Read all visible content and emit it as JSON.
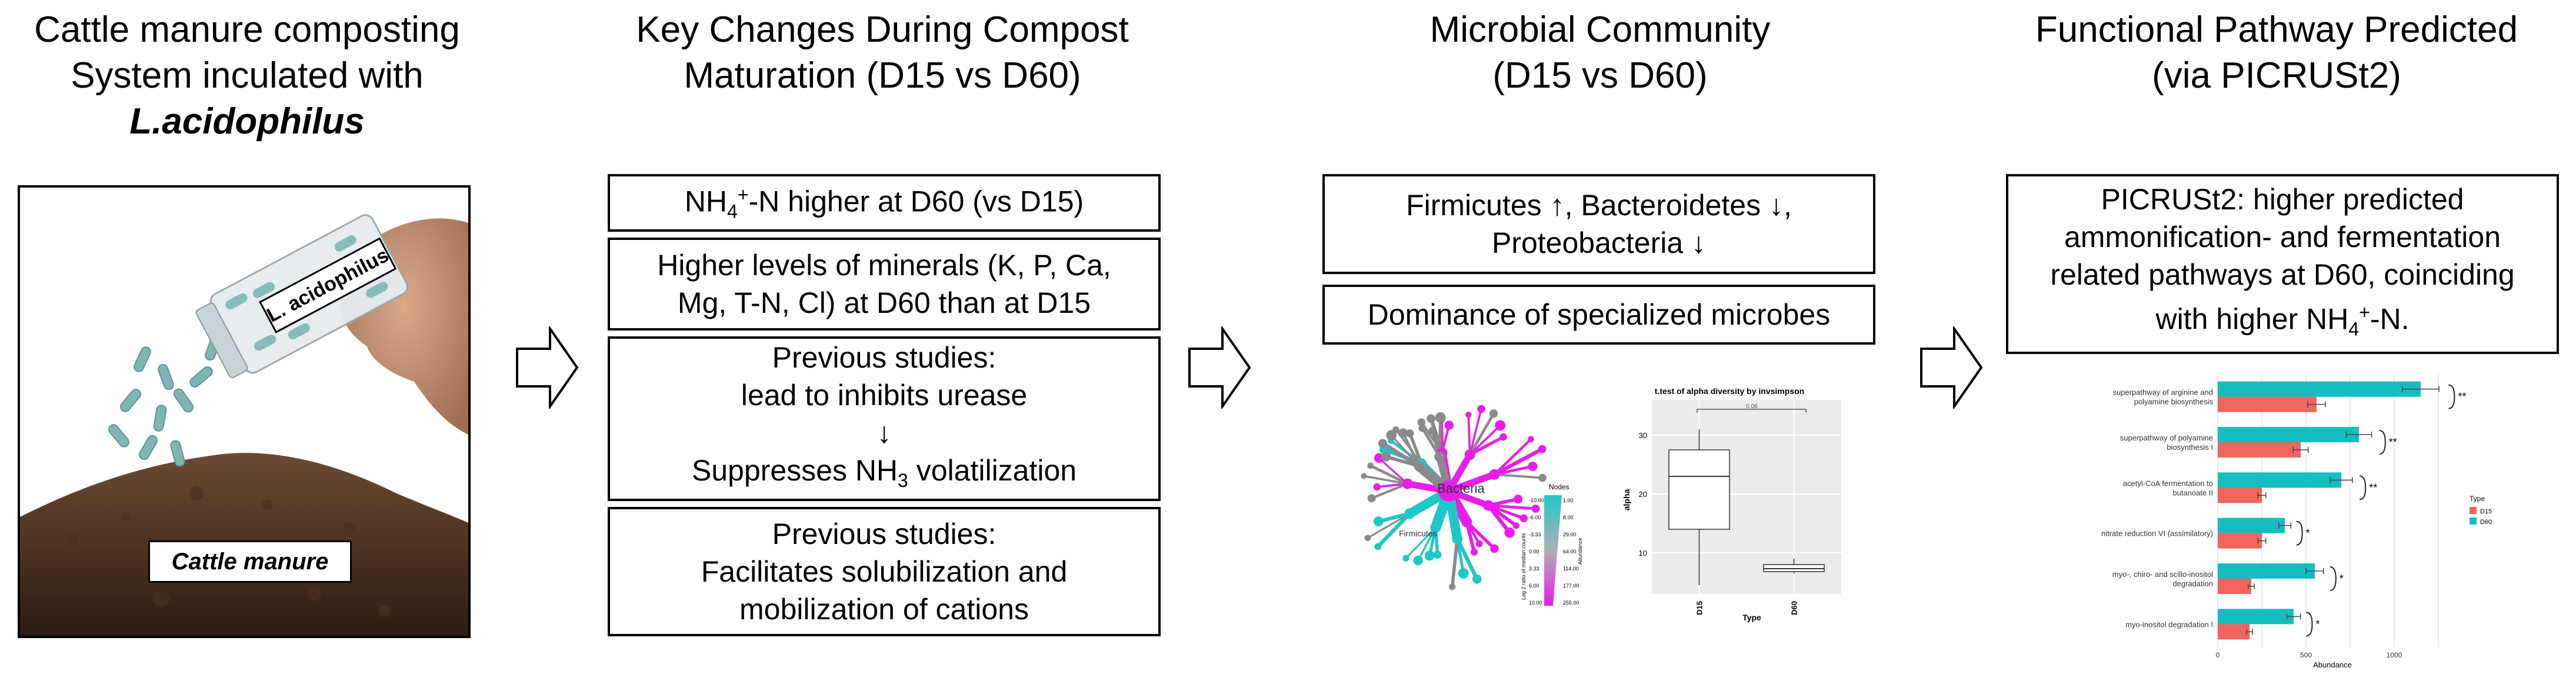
{
  "columns": [
    {
      "title_lines": [
        "Cattle manure composting",
        "System inculated with"
      ],
      "title_bold_italic": "L.acidophilus",
      "photo": {
        "bottle_label": "L. acidophilus",
        "manure_label": "Cattle manure"
      }
    },
    {
      "title_lines": [
        "Key Changes During Compost",
        "Maturation (D15 vs D60)"
      ],
      "box1": {
        "main": "NH",
        "sub": "4",
        "sup": "+",
        "rest": "-N higher at D60 (vs D15)"
      },
      "box2_lines": [
        "Higher levels of minerals (K, P, Ca,",
        "Mg, T-N, Cl) at D60 than at D15"
      ],
      "box3": {
        "line1": "Previous studies:",
        "line2": "lead to inhibits urease",
        "arrow": "↓",
        "line4_pre": "Suppresses NH",
        "line4_sub": "3",
        "line4_post": " volatilization"
      },
      "box4_lines": [
        "Previous studies:",
        "Facilitates solubilization and",
        "mobilization of cations"
      ]
    },
    {
      "title_lines": [
        "Microbial Community",
        "(D15 vs D60)"
      ],
      "box1_lines": [
        "Firmicutes ↑, Bacteroidetes ↓,",
        "Proteobacteria ↓"
      ],
      "box2": "Dominance of specialized microbes",
      "tree": {
        "labels": {
          "bacteria": "Bacteria",
          "firmicutes": "Firmicutes"
        },
        "legend_title": "Nodes",
        "legend_values": [
          "1.00",
          "8.00",
          "29.00",
          "64.00",
          "114.00",
          "177.00",
          "255.00"
        ],
        "legend_left_values": [
          "-10.00",
          "-6.00",
          "-3.33",
          "0.00",
          "3.33",
          "6.00",
          "10.00"
        ],
        "legend_axis_label": "Log 2 ratio of median counts",
        "legend_right_label": "Abundance",
        "colors": {
          "d15": "#1fc7c7",
          "d60": "#e81ee8",
          "neutral": "#8a8a8a"
        }
      },
      "boxplot": {
        "title": "t.test of alpha diversity by invsimpson",
        "ylabel": "alpha",
        "xlabel": "Type",
        "sig_label": "0.06",
        "chart_data": {
          "type": "box",
          "categories": [
            "D15",
            "D60"
          ],
          "ylim": [
            3,
            36
          ],
          "yticks": [
            10,
            20,
            30
          ],
          "boxes": [
            {
              "name": "D15",
              "min": 4.5,
              "q1": 14,
              "median": 23,
              "q3": 27.5,
              "max": 31
            },
            {
              "name": "D60",
              "min": 6.5,
              "q1": 6.8,
              "median": 7.3,
              "q3": 8,
              "max": 9
            }
          ]
        }
      }
    },
    {
      "title_lines": [
        "Functional Pathway Predicted",
        "(via PICRUSt2)"
      ],
      "box_lines": [
        "PICRUSt2: higher predicted",
        "ammonification- and fermentation",
        "related pathways at D60, coinciding"
      ],
      "box_last": {
        "pre": "with higher NH",
        "sub": "4",
        "sup": "+",
        "post": "-N."
      },
      "barchart": {
        "xlabel": "Abundance",
        "legend_title": "Type",
        "xticks": [
          "0",
          "500",
          "1000"
        ],
        "chart_data": {
          "type": "bar",
          "orientation": "horizontal",
          "xlim": [
            0,
            1300
          ],
          "categories": [
            [
              "superpathway of arginine and",
              "polyamine biosynthesis"
            ],
            [
              "superpathway of polyamine",
              "biosynthesis I"
            ],
            [
              "acetyl-CoA fermentation to",
              "butanoate II"
            ],
            [
              "nitrate reduction VI (assimilatory)"
            ],
            [
              "myo-, chiro- and scillo-inositol",
              "degradation"
            ],
            [
              "myo-inositol degradation I"
            ]
          ],
          "series": [
            {
              "name": "D15",
              "color": "#f0655f",
              "values": [
                560,
                470,
                250,
                250,
                190,
                180
              ]
            },
            {
              "name": "D60",
              "color": "#14bdc0",
              "values": [
                1150,
                800,
                700,
                380,
                550,
                430
              ]
            }
          ],
          "significance": [
            "**",
            "**",
            "**",
            "*",
            "*",
            "*"
          ]
        }
      }
    }
  ]
}
